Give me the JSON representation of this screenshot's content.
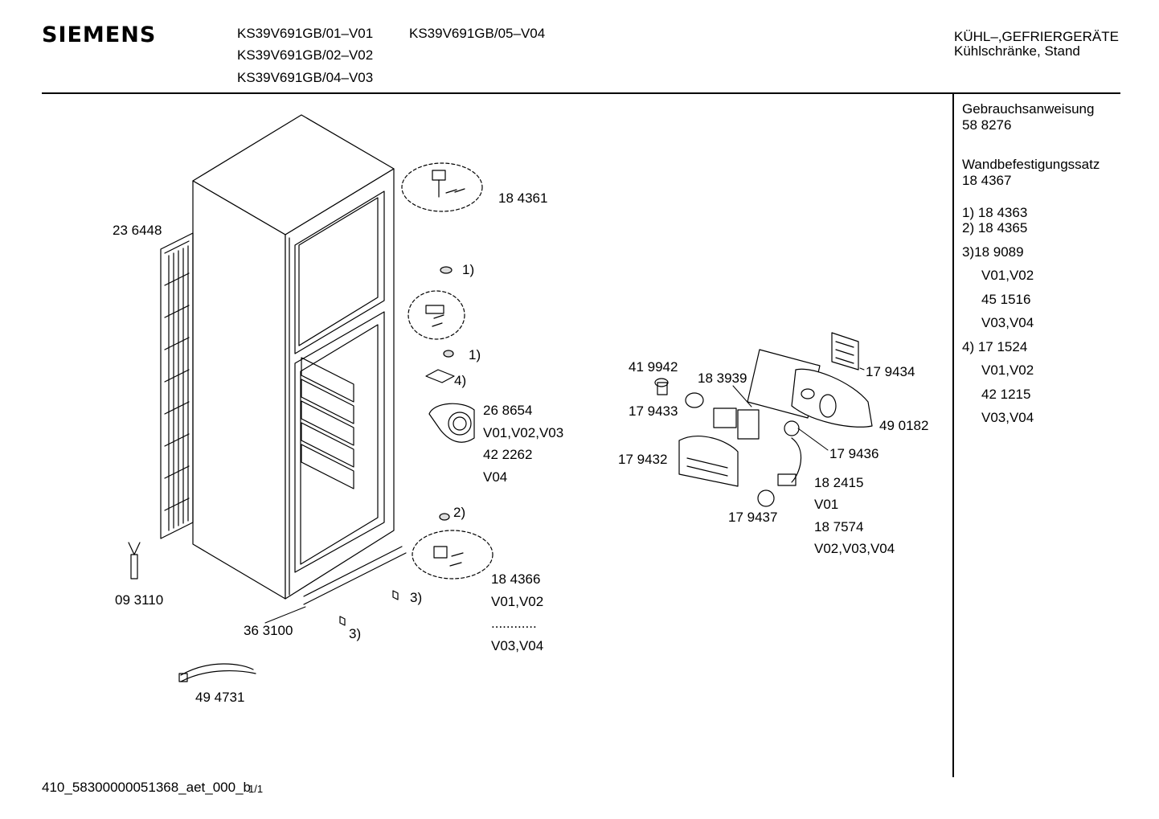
{
  "header": {
    "brand": "SIEMENS",
    "models": [
      "KS39V691GB/01–V01",
      "KS39V691GB/02–V02",
      "KS39V691GB/04–V03",
      "KS39V691GB/05–V04"
    ],
    "category": "KÜHL–,GEFRIERGERÄTE",
    "subcategory": "Kühlschränke, Stand"
  },
  "sidebar": {
    "manual_label": "Gebrauchsanweisung",
    "manual_part": "58 8276",
    "wall_kit_label": "Wandbefestigungssatz",
    "wall_kit_part": "18 4367",
    "notes": [
      "1) 18 4363",
      "2) 18 4365",
      "3)18 9089",
      "V01,V02",
      "45 1516",
      "V03,V04",
      "4) 17 1524",
      "V01,V02",
      "42 1215",
      "V03,V04"
    ]
  },
  "parts": {
    "p184361": "18 4361",
    "p236448": "23 6448",
    "n1a": "1)",
    "n1b": "1)",
    "n4": "4)",
    "p268654": "26 8654",
    "v010203": "V01,V02,V03",
    "p422262": "42 2262",
    "v04a": "V04",
    "n2": "2)",
    "p184366": "18 4366",
    "v0102": "V01,V02",
    "dots": "............",
    "v0304": "V03,V04",
    "n3a": "3)",
    "n3b": "3)",
    "p093110": "09 3110",
    "p363100": "36 3100",
    "p494731": "49 4731",
    "p419942": "41 9942",
    "p183939": "18 3939",
    "p179434": "17 9434",
    "p179433": "17 9433",
    "p490182": "49 0182",
    "p179436": "17 9436",
    "p179432": "17 9432",
    "p182415": "18 2415",
    "v01": "V01",
    "p187574": "18 7574",
    "v020304": "V02,V03,V04",
    "p179437": "17 9437"
  },
  "footer": {
    "code": "410_58300000051368_aet_000_b",
    "page": "1/1"
  }
}
